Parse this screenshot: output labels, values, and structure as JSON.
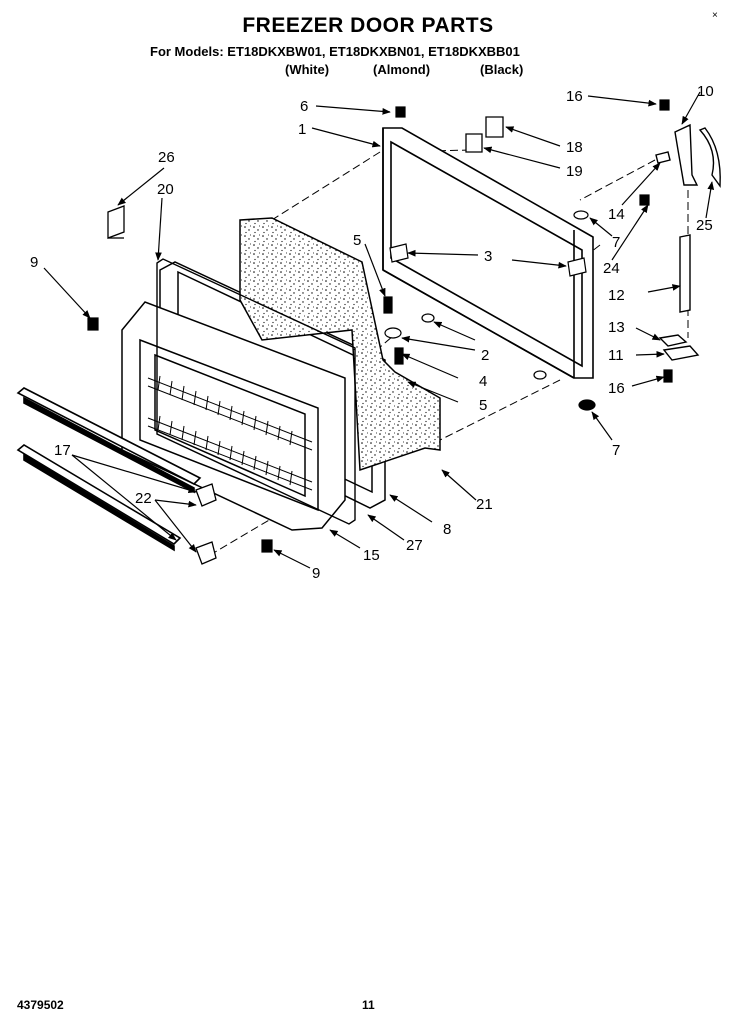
{
  "title": "FREEZER DOOR PARTS",
  "models_line": "For Models: ET18DKXBW01, ET18DKXBN01, ET18DKXBB01",
  "colors": [
    "(White)",
    "(Almond)",
    "(Black)"
  ],
  "corner_mark": "×",
  "footer_number": "4379502",
  "page_number": "11",
  "callouts": [
    {
      "id": "c6",
      "label": "6"
    },
    {
      "id": "c1",
      "label": "1"
    },
    {
      "id": "c18",
      "label": "18"
    },
    {
      "id": "c19",
      "label": "19"
    },
    {
      "id": "c16a",
      "label": "16"
    },
    {
      "id": "c10",
      "label": "10"
    },
    {
      "id": "c26",
      "label": "26"
    },
    {
      "id": "c20",
      "label": "20"
    },
    {
      "id": "c14",
      "label": "14"
    },
    {
      "id": "c25",
      "label": "25"
    },
    {
      "id": "c7a",
      "label": "7"
    },
    {
      "id": "c5a",
      "label": "5"
    },
    {
      "id": "c3",
      "label": "3"
    },
    {
      "id": "c24",
      "label": "24"
    },
    {
      "id": "c9a",
      "label": "9"
    },
    {
      "id": "c12",
      "label": "12"
    },
    {
      "id": "c13",
      "label": "13"
    },
    {
      "id": "c2",
      "label": "2"
    },
    {
      "id": "c11",
      "label": "11"
    },
    {
      "id": "c4",
      "label": "4"
    },
    {
      "id": "c16b",
      "label": "16"
    },
    {
      "id": "c5b",
      "label": "5"
    },
    {
      "id": "c7b",
      "label": "7"
    },
    {
      "id": "c17",
      "label": "17"
    },
    {
      "id": "c21",
      "label": "21"
    },
    {
      "id": "c22",
      "label": "22"
    },
    {
      "id": "c8",
      "label": "8"
    },
    {
      "id": "c27",
      "label": "27"
    },
    {
      "id": "c15",
      "label": "15"
    },
    {
      "id": "c9b",
      "label": "9"
    }
  ]
}
